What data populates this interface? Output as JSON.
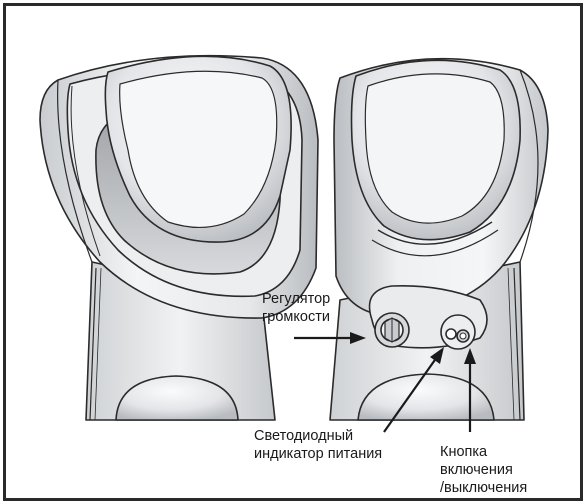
{
  "labels": {
    "volume": [
      "Регулятор",
      "громкости"
    ],
    "led": [
      "Светодиодный",
      "индикатор питания"
    ],
    "power": [
      "Кнопка",
      "включения",
      "/выключения"
    ]
  },
  "colors": {
    "frame": "#2a2a2a",
    "body_light": "#f2f3f4",
    "body_mid": "#d4d6d9",
    "body_shadow": "#a8abaf",
    "outline": "#2b2b2b"
  }
}
